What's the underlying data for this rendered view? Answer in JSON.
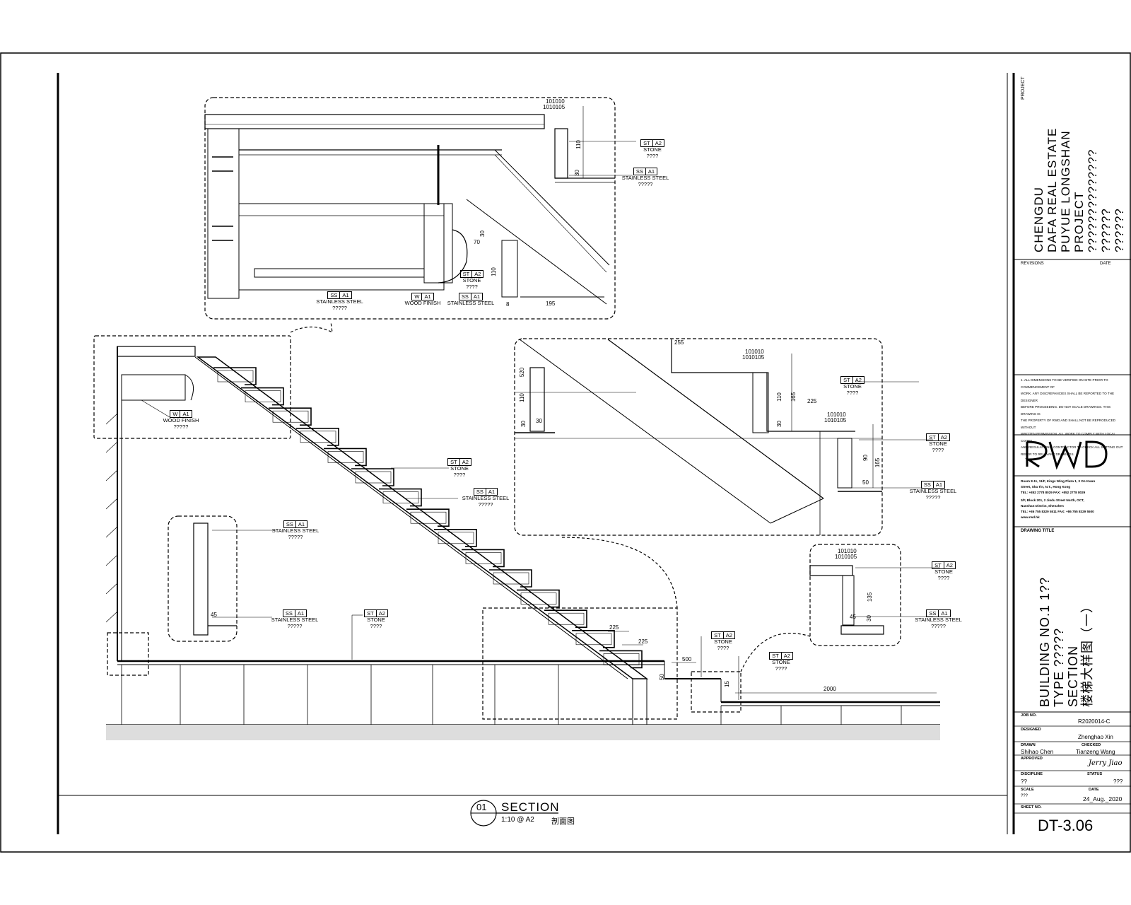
{
  "project": {
    "label": "PROJECT",
    "lines": [
      "CHENGDU",
      "DAFA REAL ESTATE",
      "PUYUE LONGSHAN PROJECT",
      "??????????????",
      "??????",
      "??????"
    ]
  },
  "revisions": {
    "label": "REVISIONS",
    "date_label": "DATE"
  },
  "notes": [
    "1. ALL DIMENSIONS TO BE VERIFIED ON SITE PRIOR TO COMMENCEMENT OF",
    "WORK. ANY DISCREPANCIES SHALL BE REPORTED TO THE DESIGNER",
    "BEFORE PROCEEDING. DO NOT SCALE DRAWINGS. THIS DRAWING IS",
    "THE PROPERTY OF RWD AND SHALL NOT BE REPRODUCED WITHOUT",
    "WRITTEN PERMISSION. ALL WORK TO COMPLY WITH LOCAL CODES",
    "AND REGULATIONS. CONTRACTOR TO CHECK ALL SETTING OUT",
    "REFER TO RELEVANT DRAWINGS."
  ],
  "company": {
    "logo": "RWD",
    "address": [
      "Room 8-11, 11/F, Kings Wing Plaza 1, 3 On Kwan",
      "Street, Sha Tin, N.T., Hong Kong",
      "TEL: +852 2778 8029    FAX: +852 2778 8029",
      "3/F, Block 201, 2 Jindu Street North, OCT,",
      "Nanshan District, Shenzhen",
      "TEL: +86 755 8329 5511    FAX: +86 755 8329 5500",
      "www.rwd.hk"
    ]
  },
  "drawing_title": {
    "label": "DRAWING TITLE",
    "lines": [
      "BUILDING NO.1 1??",
      "TYPE ?????",
      "SECTION",
      "楼梯大样图（一）"
    ]
  },
  "job_no": {
    "label": "JOB NO.",
    "value": "R2020014-C"
  },
  "designed": {
    "label": "DESIGNED",
    "value": "Zhenghao Xin"
  },
  "drawn": {
    "label": "DRAWN",
    "value": "Shihao Chen"
  },
  "checked": {
    "label": "CHECKED",
    "value": "Tianzeng Wang"
  },
  "approved": {
    "label": "APPROVED",
    "value": "Jerry Jiao"
  },
  "discipline": {
    "label": "DISCIPLINE",
    "value": "??"
  },
  "status": {
    "label": "STATUS",
    "value": "???"
  },
  "scale": {
    "label": "SCALE",
    "value": "???"
  },
  "date": {
    "label": "DATE",
    "value": "24_Aug._2020"
  },
  "sheet_no": {
    "label": "SHEET NO.",
    "value": "DT-3.06"
  },
  "section_caption": {
    "number": "01",
    "title": "SECTION",
    "scale": "1:10 @ A2",
    "subtitle": "剖面图"
  },
  "tags": {
    "st_a2": {
      "code": "ST",
      "ref": "A2",
      "name": "STONE",
      "sub": "????"
    },
    "ss_a1": {
      "code": "SS",
      "ref": "A1",
      "name": "STAINLESS STEEL",
      "sub": "?????"
    },
    "w_a1": {
      "code": "W",
      "ref": "A1",
      "name": "WOOD FINISH",
      "sub": "?????"
    }
  },
  "dimensions": {
    "d101010": "101010",
    "d1010105": "1010105",
    "d110": "110",
    "d30": "30",
    "d70": "70",
    "d8": "8",
    "d195": "195",
    "d255": "255",
    "d225": "225",
    "d165": "165",
    "d520": "520",
    "d90": "90",
    "d50": "50",
    "d135": "135",
    "d45": "45",
    "d500": "500",
    "d2000": "2000",
    "d15": "15"
  }
}
